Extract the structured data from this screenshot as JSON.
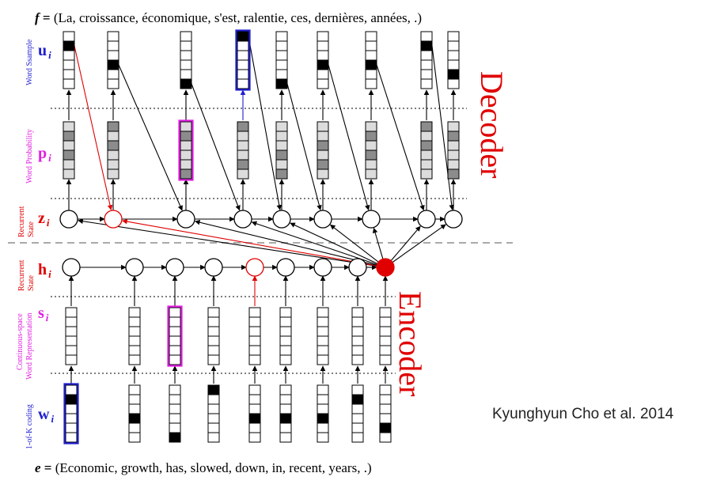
{
  "f_sentence": {
    "prefix": "f",
    "equals": " = ",
    "text": "(La, croissance, économique, s'est, ralentie, ces, dernières, années, .)"
  },
  "e_sentence": {
    "prefix": "e",
    "equals": " = ",
    "text": "(Economic, growth, has, slowed, down, in, recent, years, .)"
  },
  "decoder_label": "Decoder",
  "encoder_label": "Encoder",
  "citation": "Kyunghyun Cho et al. 2014",
  "rows": {
    "u": {
      "var": "u",
      "sub": "i",
      "desc": [
        "Word Ssample"
      ],
      "color": "#1f1fd0"
    },
    "p": {
      "var": "p",
      "sub": "i",
      "desc": [
        "Word Probability"
      ],
      "color": "#e020e0"
    },
    "z": {
      "var": "z",
      "sub": "i",
      "desc": [
        "Recurrent",
        "State"
      ],
      "color": "#e00000"
    },
    "h": {
      "var": "h",
      "sub": "i",
      "desc": [
        "Recurrent",
        "State"
      ],
      "color": "#e00000"
    },
    "s": {
      "var": "s",
      "sub": "i",
      "desc": [
        "Continuous-space",
        "Word Representation"
      ],
      "color": "#e020e0"
    },
    "w": {
      "var": "w",
      "sub": "i",
      "desc": [
        "1-of-K coding"
      ],
      "color": "#1f1fd0"
    }
  },
  "colors": {
    "black": "#000000",
    "red": "#e00000",
    "blue": "#1f1fd0",
    "magenta": "#e020e0",
    "gray_dark": "#8c8c8c",
    "gray_light": "#dcdcdc",
    "separator": "#a9a9a9"
  },
  "decoder_one_hot_index": [
    1,
    3,
    5,
    0,
    5,
    3,
    3,
    1,
    4
  ],
  "decoder_highlight_sample": 3,
  "decoder_highlight_prob": 2,
  "decoder_highlight_state": 1,
  "encoder_one_hot_index": [
    1,
    3,
    5,
    0,
    3,
    3,
    3,
    1,
    4
  ],
  "encoder_highlight_onehot": 0,
  "encoder_highlight_embed": 2,
  "encoder_highlight_state": 4,
  "encoder_final_state_color": "#e00000"
}
